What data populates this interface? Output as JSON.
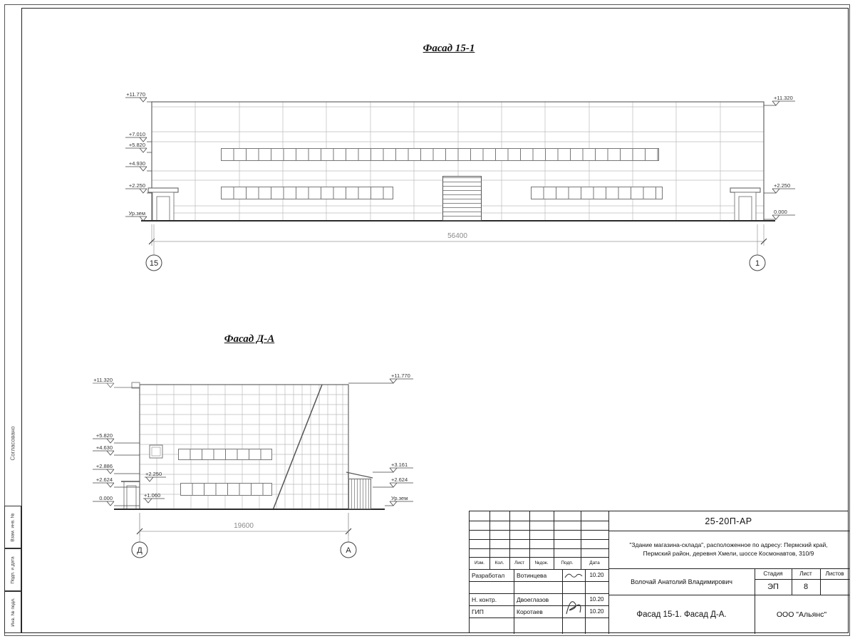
{
  "facade1": {
    "title": "Фасад 15-1",
    "dim": "56400",
    "axis_left": "15",
    "axis_right": "1",
    "marks_left": [
      "+11.770",
      "+7.010",
      "+5.820",
      "+4.930",
      "+2.250",
      "Ур.зем"
    ],
    "marks_right": [
      "+11.320",
      "+2.250",
      "0.000"
    ]
  },
  "facade2": {
    "title": "Фасад Д-А",
    "dim": "19600",
    "axis_left": "Д",
    "axis_right": "А",
    "marks_left": [
      "+11.320",
      "+5.820",
      "+4.630",
      "+2.886",
      "+2.624",
      "0.000"
    ],
    "marks_inner": [
      "+2.250",
      "+1.060"
    ],
    "marks_right": [
      "+11.770",
      "+3.161",
      "+2.624",
      "Ур.зем"
    ]
  },
  "left_strip": {
    "approve": "Согласовано",
    "cells": [
      "Взам. инв. №",
      "Подп. и дата",
      "Инв. № подл."
    ]
  },
  "titleblock": {
    "doc_code": "25-20П-АР",
    "project_line1": "\"Здание магазина-склада\", расположенное по адресу: Пермский край,",
    "project_line2": "Пермский район, деревня Хмели, шоссе Космонавтов, 310/9",
    "rev_headers": [
      "Изм.",
      "Кол.",
      "Лист",
      "№док.",
      "Подп.",
      "Дата"
    ],
    "rows": [
      {
        "role": "Разработал",
        "name": "Вотинцева",
        "date": "10.20"
      },
      {
        "role": "Н. контр.",
        "name": "Двоеглазов",
        "date": "10.20"
      },
      {
        "role": "ГИП",
        "name": "Коротаев",
        "date": "10.20"
      }
    ],
    "supervisor": "Волочай Анатолий Владимирович",
    "stage_label": "Стадия",
    "sheet_label": "Лист",
    "sheets_label": "Листов",
    "stage": "ЭП",
    "sheet": "8",
    "sheets": "",
    "drawing_name": "Фасад 15-1. Фасад Д-А.",
    "company": "ООО \"Альянс\""
  }
}
